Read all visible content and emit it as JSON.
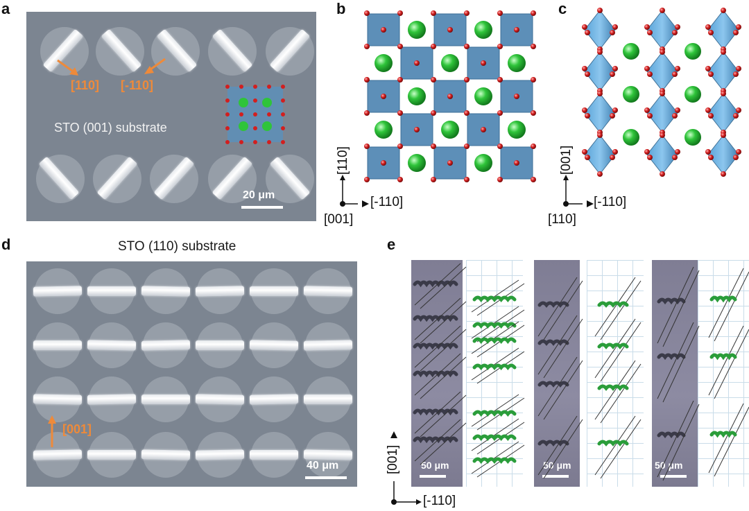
{
  "panels": {
    "a": {
      "label": "a",
      "substrate_label": "STO (001) substrate",
      "arrow_label_1": "[110]",
      "arrow_label_2": "[-110]",
      "scale_label": "20 μm"
    },
    "b": {
      "label": "b",
      "axis_up": "[110]",
      "axis_right": "[-110]",
      "axis_origin": "[001]"
    },
    "c": {
      "label": "c",
      "axis_up": "[001]",
      "axis_right": "[-110]",
      "axis_origin": "[110]"
    },
    "d": {
      "label": "d",
      "title": "STO (110) substrate",
      "arrow_label": "[001]",
      "scale_label": "40 μm"
    },
    "e": {
      "label": "e",
      "scale_label_1": "50 μm",
      "scale_label_2": "50 μm",
      "scale_label_3": "50 μm",
      "axis_up": "[001]",
      "axis_right": "[-110]"
    }
  },
  "colors": {
    "orange_annotation": "#ee8a3a",
    "octahedron_blue": "#5d8fb8",
    "octahedron_light_blue": "#7fb8e0",
    "oxygen_red": "#d21f1f",
    "cation_green": "#2fc43a",
    "sem_gray": "#7c8591",
    "helix_green": "#2a9d3a"
  }
}
